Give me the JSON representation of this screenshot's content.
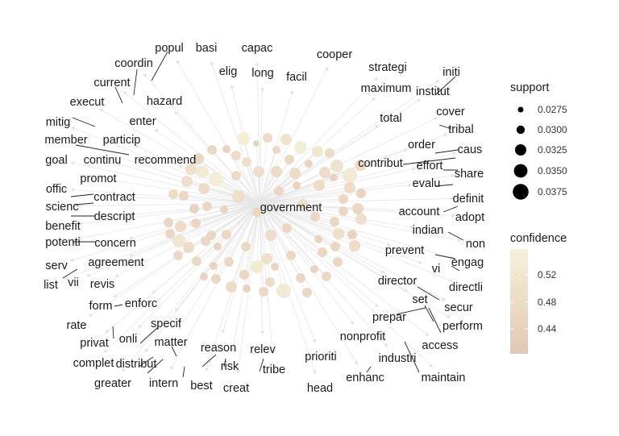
{
  "graph": {
    "center": "government",
    "words": [
      "popul",
      "basi",
      "capac",
      "cooper",
      "coordin",
      "strategi",
      "initi",
      "current",
      "hazard",
      "maximum",
      "institut",
      "execut",
      "cover",
      "mitig",
      "enter",
      "total",
      "tribal",
      "member",
      "particip",
      "order",
      "caus",
      "goal",
      "continu",
      "recommend",
      "contribut",
      "effort",
      "share",
      "promot",
      "evalu",
      "offic",
      "contract",
      "definit",
      "scienc",
      "descript",
      "account",
      "adopt",
      "benefit",
      "indian",
      "potenti",
      "concern",
      "non",
      "prevent",
      "serv",
      "agreement",
      "engag",
      "vi",
      "list",
      "vii",
      "revis",
      "director",
      "directli",
      "set",
      "secur",
      "form",
      "enforc",
      "prepar",
      "rate",
      "perform",
      "specif",
      "onli",
      "nonprofit",
      "privat",
      "matter",
      "reason",
      "relev",
      "access",
      "complet",
      "distribut",
      "prioriti",
      "industri",
      "intern",
      "risk",
      "tribe",
      "greater",
      "best",
      "creat",
      "head",
      "enhanc",
      "maintain",
      "elig",
      "long",
      "facil"
    ]
  },
  "legend": {
    "support": {
      "title": "support",
      "values": [
        "0.0275",
        "0.0300",
        "0.0325",
        "0.0350",
        "0.0375"
      ]
    },
    "confidence": {
      "title": "confidence",
      "values": [
        "0.52",
        "0.48",
        "0.44"
      ],
      "color_high": "#f5f0d8",
      "color_low": "#e2c8b6"
    }
  },
  "colors": {
    "edge": "#e6e6e6",
    "leader": "#222222",
    "node_light": "#f3efd6",
    "node_dark": "#e4cbb8"
  }
}
